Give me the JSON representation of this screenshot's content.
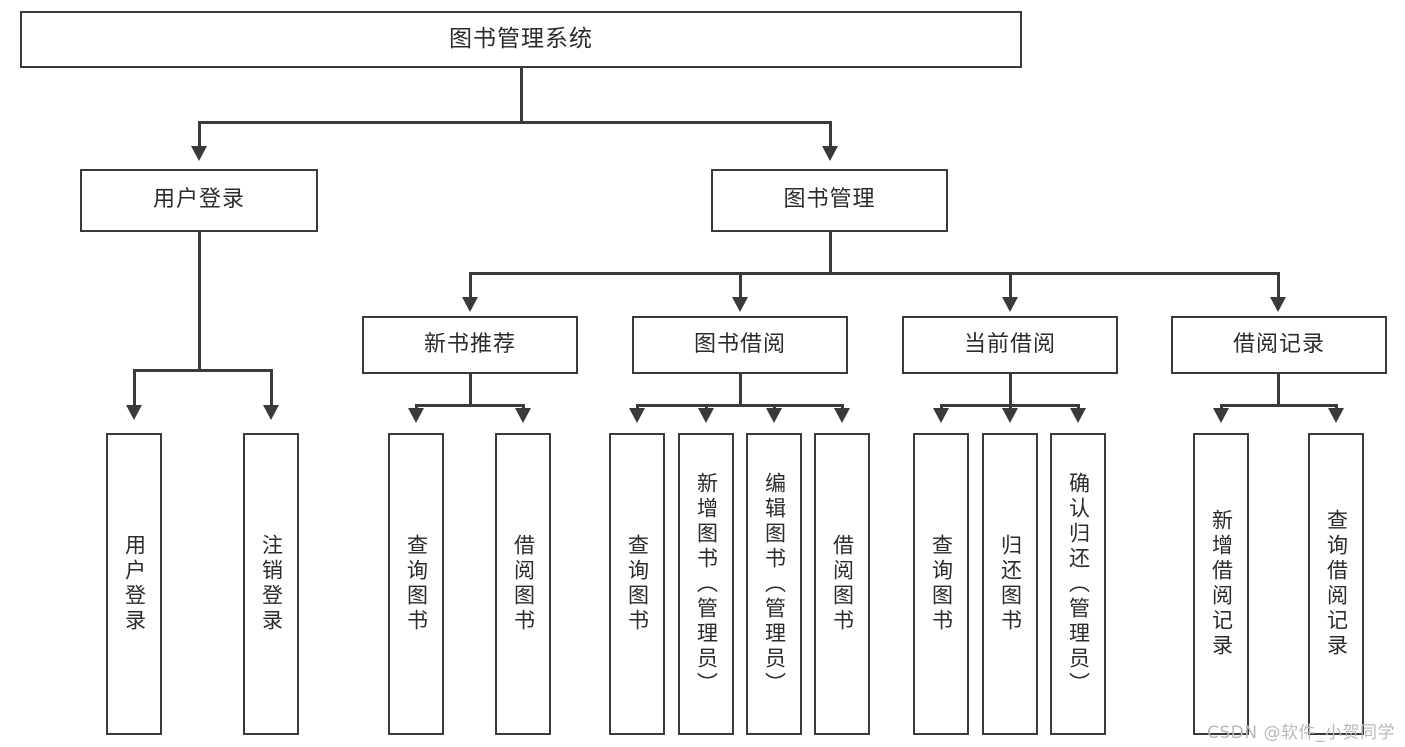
{
  "diagram": {
    "type": "tree-hierarchy",
    "title": "图书管理系统",
    "watermark": "CSDN @软件_小贺同学",
    "colors": {
      "background": "#ffffff",
      "stroke": "#3a3a3a",
      "text": "#2b2b2b",
      "watermark": "#b9b9b9"
    },
    "root": {
      "label": "图书管理系统"
    },
    "level2": [
      {
        "label": "用户登录"
      },
      {
        "label": "图书管理"
      }
    ],
    "level3": [
      {
        "label": "新书推荐"
      },
      {
        "label": "图书借阅"
      },
      {
        "label": "当前借阅"
      },
      {
        "label": "借阅记录"
      }
    ],
    "leaves": {
      "user_login": [
        {
          "label": "用户登录"
        },
        {
          "label": "注销登录"
        }
      ],
      "new_book": [
        {
          "label": "查询图书"
        },
        {
          "label": "借阅图书"
        }
      ],
      "book_borrow": [
        {
          "label": "查询图书"
        },
        {
          "label": "新增图书（管理员）"
        },
        {
          "label": "编辑图书（管理员）"
        },
        {
          "label": "借阅图书"
        }
      ],
      "current_borrow": [
        {
          "label": "查询图书"
        },
        {
          "label": "归还图书"
        },
        {
          "label": "确认归还（管理员）"
        }
      ],
      "borrow_record": [
        {
          "label": "新增借阅记录"
        },
        {
          "label": "查询借阅记录"
        }
      ]
    }
  }
}
